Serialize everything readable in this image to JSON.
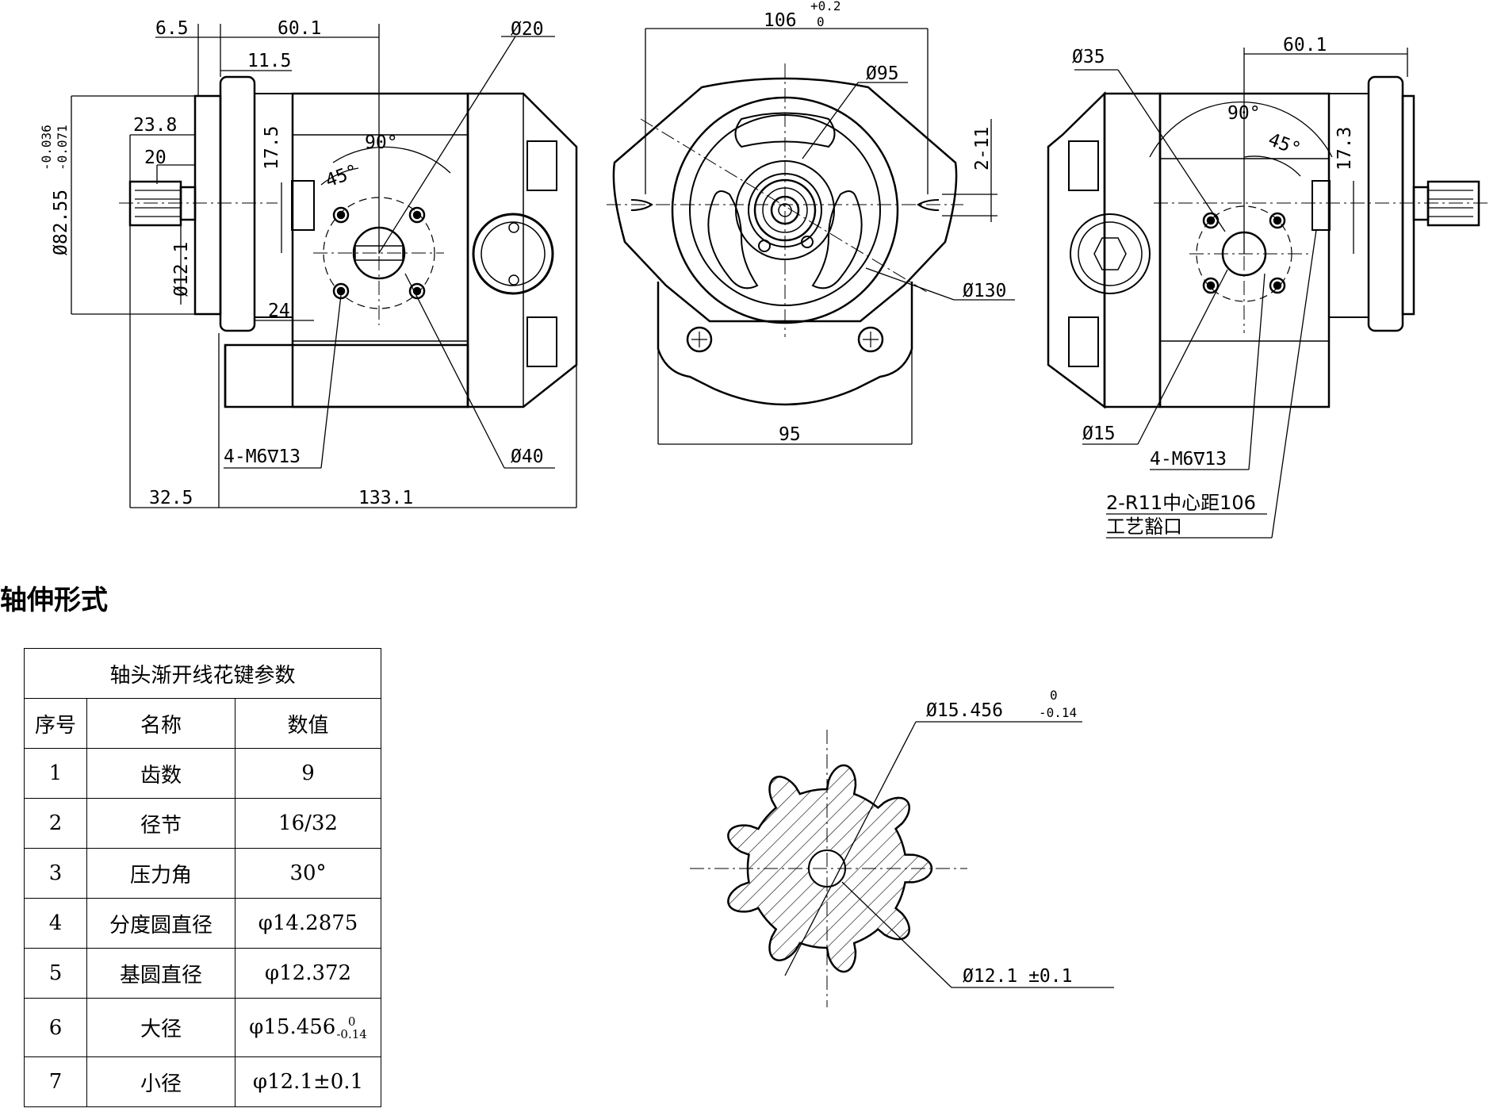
{
  "section_title": "轴伸形式",
  "table": {
    "title": "轴头渐开线花键参数",
    "headers": [
      "序号",
      "名称",
      "数值"
    ],
    "rows": [
      {
        "no": "1",
        "name": "齿数",
        "value": "9"
      },
      {
        "no": "2",
        "name": "径节",
        "value": "16/32"
      },
      {
        "no": "3",
        "name": "压力角",
        "value": "30°"
      },
      {
        "no": "4",
        "name": "分度圆直径",
        "value": "φ14.2875"
      },
      {
        "no": "5",
        "name": "基圆直径",
        "value": "φ12.372"
      },
      {
        "no": "6",
        "name": "大径",
        "value": "φ15.456",
        "tol_upper": "0",
        "tol_lower": "-0.14"
      },
      {
        "no": "7",
        "name": "小径",
        "value": "φ12.1±0.1"
      }
    ]
  },
  "left_view": {
    "dims": {
      "d6_5": "6.5",
      "d60_1": "60.1",
      "d11_5": "11.5",
      "d23_8": "23.8",
      "d20": "20",
      "dia82": "Ø82.55",
      "dia82_tol_upper": "-0.036",
      "dia82_tol_lower": "-0.071",
      "dia12": "Ø12.1",
      "d17_5": "17.5",
      "d24": "24",
      "d90": "90°",
      "d45": "45°",
      "dia20": "Ø20",
      "dia40": "Ø40",
      "thread": "4-M6∇13",
      "d32_5": "32.5",
      "d133_1": "133.1"
    }
  },
  "front_view": {
    "dims": {
      "d106": "106",
      "d106_tol_upper": "+0.2",
      "d106_tol_lower": "0",
      "dia95": "Ø95",
      "holes": "2-11",
      "dia130": "Ø130",
      "d95": "95"
    }
  },
  "right_view": {
    "dims": {
      "dia35": "Ø35",
      "d60_1": "60.1",
      "d90": "90°",
      "d45": "45°",
      "d17_3": "17.3",
      "dia15": "Ø15",
      "thread": "4-M6∇13",
      "note_line1": "2-R11中心距106",
      "note_line2": "工艺豁口"
    }
  },
  "spline_view": {
    "dims": {
      "outer": "Ø15.456",
      "outer_tol_upper": "0",
      "outer_tol_lower": "-0.14",
      "inner": "Ø12.1 ±0.1"
    }
  }
}
